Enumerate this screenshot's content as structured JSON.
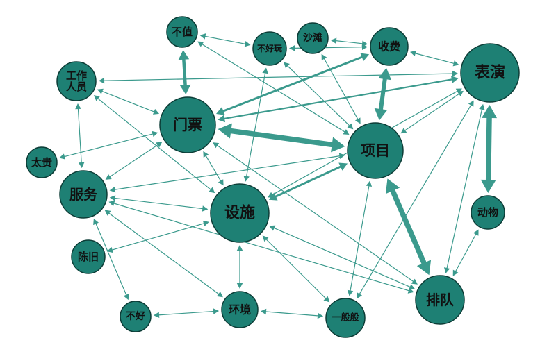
{
  "colors": {
    "node_fill": "#1e8074",
    "node_stroke": "#0d3d37",
    "edge": "#3b9a8d",
    "label": "#111111",
    "background": "#ffffff"
  },
  "nodes": [
    {
      "id": "buzhi",
      "label": "不值"
    },
    {
      "id": "buhaowan",
      "label": "不好玩"
    },
    {
      "id": "shatan",
      "label": "沙滩"
    },
    {
      "id": "shoufei",
      "label": "收费"
    },
    {
      "id": "biaoyan",
      "label": "表演"
    },
    {
      "id": "gongzuo",
      "label": [
        "工作",
        "人员"
      ]
    },
    {
      "id": "menpiao",
      "label": "门票"
    },
    {
      "id": "xiangmu",
      "label": "项目"
    },
    {
      "id": "taigui",
      "label": "太贵"
    },
    {
      "id": "fuwu",
      "label": "服务"
    },
    {
      "id": "sheshi",
      "label": "设施"
    },
    {
      "id": "dongwu",
      "label": "动物"
    },
    {
      "id": "chenjiu",
      "label": "陈旧"
    },
    {
      "id": "paidui",
      "label": "排队"
    },
    {
      "id": "buhao",
      "label": "不好"
    },
    {
      "id": "huanjing",
      "label": "环境"
    },
    {
      "id": "yiban",
      "label": "一般般"
    }
  ],
  "edges": [
    {
      "from": "menpiao",
      "to": "xiangmu",
      "weight": 5,
      "directed": "both"
    },
    {
      "from": "xiangmu",
      "to": "paidui",
      "weight": 5,
      "directed": "both"
    },
    {
      "from": "biaoyan",
      "to": "dongwu",
      "weight": 5,
      "directed": "both"
    },
    {
      "from": "shoufei",
      "to": "xiangmu",
      "weight": 4,
      "directed": "both"
    },
    {
      "from": "buzhi",
      "to": "menpiao",
      "weight": 3,
      "directed": "both"
    },
    {
      "from": "menpiao",
      "to": "shoufei",
      "weight": 2,
      "directed": "both"
    },
    {
      "from": "sheshi",
      "to": "xiangmu",
      "weight": 2,
      "directed": "both"
    },
    {
      "from": "biaoyan",
      "to": "menpiao",
      "weight": 1.5,
      "directed": "both"
    },
    {
      "from": "buzhi",
      "to": "buhaowan",
      "weight": 0.8,
      "directed": "both"
    },
    {
      "from": "shatan",
      "to": "shoufei",
      "weight": 0.8,
      "directed": "both"
    },
    {
      "from": "buhaowan",
      "to": "shoufei",
      "weight": 0.8,
      "directed": "both"
    },
    {
      "from": "shoufei",
      "to": "biaoyan",
      "weight": 0.8,
      "directed": "both"
    },
    {
      "from": "gongzuo",
      "to": "biaoyan",
      "weight": 0.8,
      "directed": "both"
    },
    {
      "from": "gongzuo",
      "to": "menpiao",
      "weight": 0.8,
      "directed": "both"
    },
    {
      "from": "gongzuo",
      "to": "sheshi",
      "weight": 0.8,
      "directed": "both"
    },
    {
      "from": "gongzuo",
      "to": "fuwu",
      "weight": 0.8,
      "directed": "both"
    },
    {
      "from": "taigui",
      "to": "menpiao",
      "weight": 0.8,
      "directed": "both"
    },
    {
      "from": "buzhi",
      "to": "xiangmu",
      "weight": 0.8,
      "directed": "both"
    },
    {
      "from": "buhaowan",
      "to": "xiangmu",
      "weight": 0.8,
      "directed": "both"
    },
    {
      "from": "shatan",
      "to": "xiangmu",
      "weight": 0.8,
      "directed": "both"
    },
    {
      "from": "buhaowan",
      "to": "sheshi",
      "weight": 0.8,
      "directed": "both"
    },
    {
      "from": "biaoyan",
      "to": "xiangmu",
      "weight": 0.8,
      "directed": "both"
    },
    {
      "from": "biaoyan",
      "to": "sheshi",
      "weight": 0.8,
      "directed": "both"
    },
    {
      "from": "biaoyan",
      "to": "paidui",
      "weight": 0.8,
      "directed": "both"
    },
    {
      "from": "biaoyan",
      "to": "yiban",
      "weight": 0.8,
      "directed": "both"
    },
    {
      "from": "menpiao",
      "to": "fuwu",
      "weight": 0.8,
      "directed": "both"
    },
    {
      "from": "menpiao",
      "to": "sheshi",
      "weight": 0.8,
      "directed": "both"
    },
    {
      "from": "menpiao",
      "to": "paidui",
      "weight": 0.8,
      "directed": "both"
    },
    {
      "from": "xiangmu",
      "to": "fuwu",
      "weight": 0.8,
      "directed": "both"
    },
    {
      "from": "fuwu",
      "to": "sheshi",
      "weight": 0.8,
      "directed": "both"
    },
    {
      "from": "fuwu",
      "to": "paidui",
      "weight": 0.8,
      "directed": "both"
    },
    {
      "from": "fuwu",
      "to": "huanjing",
      "weight": 0.8,
      "directed": "both"
    },
    {
      "from": "fuwu",
      "to": "buhao",
      "weight": 0.8,
      "directed": "both"
    },
    {
      "from": "chenjiu",
      "to": "sheshi",
      "weight": 0.8,
      "directed": "both"
    },
    {
      "from": "sheshi",
      "to": "paidui",
      "weight": 0.8,
      "directed": "both"
    },
    {
      "from": "sheshi",
      "to": "huanjing",
      "weight": 0.8,
      "directed": "both"
    },
    {
      "from": "sheshi",
      "to": "yiban",
      "weight": 0.8,
      "directed": "both"
    },
    {
      "from": "dongwu",
      "to": "paidui",
      "weight": 0.8,
      "directed": "both"
    },
    {
      "from": "buhao",
      "to": "huanjing",
      "weight": 0.8,
      "directed": "both"
    },
    {
      "from": "huanjing",
      "to": "yiban",
      "weight": 0.8,
      "directed": "both"
    },
    {
      "from": "yiban",
      "to": "xiangmu",
      "weight": 0.8,
      "directed": "both"
    }
  ]
}
